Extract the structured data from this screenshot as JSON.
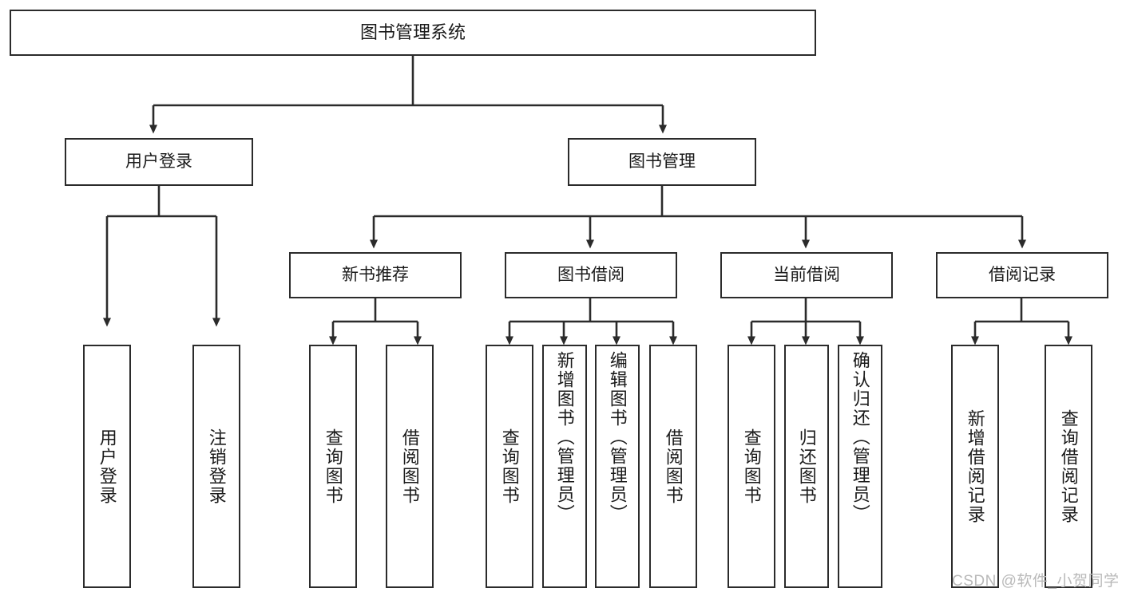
{
  "diagram": {
    "title": "图书管理系统",
    "watermark": "CSDN @软件_小贺同学",
    "line_color": "#2b2b2b",
    "box_fill": "#ffffff",
    "text_color": "#1a1a1a",
    "watermark_color": "#b9b9b9",
    "root": {
      "label": "图书管理系统"
    },
    "level2": [
      {
        "label": "用户登录"
      },
      {
        "label": "图书管理"
      }
    ],
    "level3": [
      {
        "label": "新书推荐"
      },
      {
        "label": "图书借阅"
      },
      {
        "label": "当前借阅"
      },
      {
        "label": "借阅记录"
      }
    ],
    "leaves": {
      "user_login": [
        {
          "label": "用户登录"
        },
        {
          "label": "注销登录"
        }
      ],
      "new_book": [
        {
          "label": "查询图书"
        },
        {
          "label": "借阅图书"
        }
      ],
      "book_borrow": [
        {
          "label": "查询图书"
        },
        {
          "label": "新增图书（管理员）"
        },
        {
          "label": "编辑图书（管理员）"
        },
        {
          "label": "借阅图书"
        }
      ],
      "current_borrow": [
        {
          "label": "查询图书"
        },
        {
          "label": "归还图书"
        },
        {
          "label": "确认归还（管理员）"
        }
      ],
      "borrow_record": [
        {
          "label": "新增借阅记录"
        },
        {
          "label": "查询借阅记录"
        }
      ]
    }
  }
}
